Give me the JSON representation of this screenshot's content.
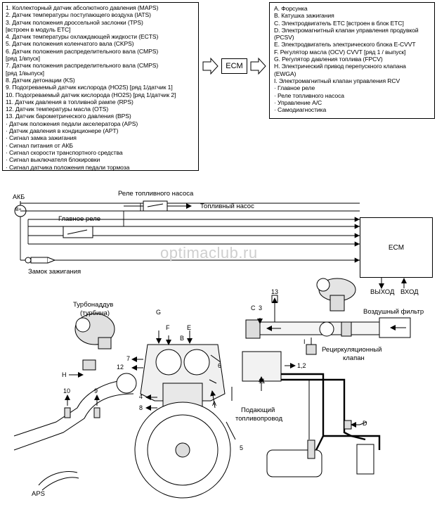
{
  "inputs": [
    "1. Коллекторный датчик абсолютного давления (MAPS)",
    "2. Датчик температуры поступающего воздуха (IATS)",
    "3. Датчик положения дроссельной заслонки (TPS)",
    "[встроен в модуль ETC]",
    "4. Датчик температуры охлаждающей жидкости (ECTS)",
    "5. Датчик положения коленчатого вала (CKPS)",
    "6. Датчик положения распределительного вала (CMPS)",
    "[ряд 1/впуск]",
    "7. Датчик положения распределительного вала (CMPS)",
    "[ряд 1/выпуск]",
    "8. Датчик детонации (KS)",
    "9. Подогреваемый датчик кислорода (HO2S) [ряд 1/датчик 1]",
    "10. Подогреваемый датчик кислорода (HO2S) [ряд 1/датчик 2]",
    "11. Датчик давления в топливной рампе (RPS)",
    "12. Датчик температуры масла (OTS)",
    "13. Датчик барометрического давления (BPS)",
    "· Датчик положения педали акселератора (APS)",
    "· Датчик давления в кондиционере (APT)",
    "· Сигнал замка зажигания",
    "· Сигнал питания от АКБ",
    "· Сигнал скорости транспортного средства",
    "· Сигнал выключателя блокировки",
    "· Сигнал датчика положения педали тормоза"
  ],
  "outputs": [
    "A. Форсунка",
    "B. Катушка зажигания",
    "C. Электродвигатель ETC [встроен в блок ETC]",
    "D. Электромагнитный клапан управления продувкой",
    "(PCSV)",
    "E. Электродвигатель электрического блока E-CVVT",
    "F. Регулятор масла (OCV) CVVT [ряд 1 / выпуск]",
    "G. Регулятор давления топлива (FPCV)",
    "H. Электрический привод перепускного клапана",
    "(EWGA)",
    "I. Электромагнитный клапан управления RCV",
    "· Главное реле",
    "· Реле топливного насоса",
    "· Управление A/C",
    "· Самодиагностика"
  ],
  "ecm_small": "ECM",
  "ecm_main": "ECM",
  "labels": {
    "akb": "АКБ",
    "bplus": "B+",
    "fuel_pump_relay": "Реле топливного насоса",
    "fuel_pump": "Топливный насос",
    "main_relay": "Главное реле",
    "ignition_switch": "Замок зажигания",
    "out": "ВЫХОД",
    "in": "ВХОД",
    "air_filter": "Воздушный фильтр",
    "turbo": "Турбонаддув",
    "turbo2": "(турбина)",
    "recirc_valve": "Рециркуляционный",
    "recirc_valve2": "клапан",
    "fuel_line": "Подающий",
    "fuel_line2": "топливопровод",
    "aps": "APS",
    "watermark": "optimaclub.ru",
    "n13": "13",
    "nC": "C",
    "n3": "3",
    "nG": "G",
    "nF": "F",
    "nE": "E",
    "nB": "B",
    "n7": "7",
    "n12": "12",
    "nH": "H",
    "n6": "6",
    "n12b": "1,2",
    "nI": "I",
    "n11": "11",
    "n4": "4",
    "n8": "8",
    "nA": "A",
    "n10": "10",
    "n9": "9",
    "nD": "D",
    "n5": "5"
  }
}
